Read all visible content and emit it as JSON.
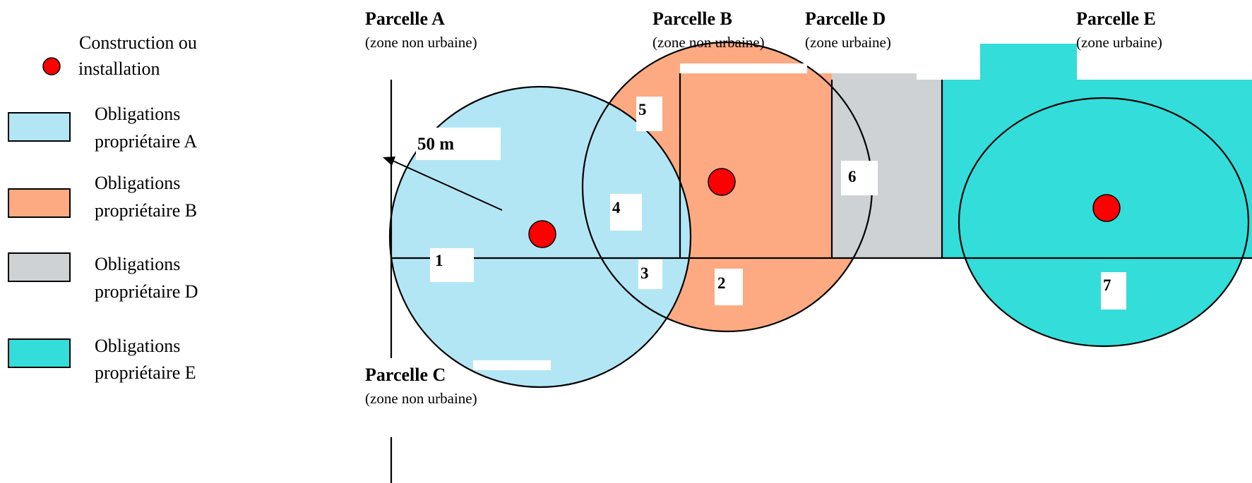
{
  "legend": {
    "construction": {
      "line1": "Construction ou",
      "line2": "installation",
      "color": "#ff0000"
    },
    "items": [
      {
        "line1": "Obligations",
        "line2": "propriétaire A",
        "color": "#b3e6f5"
      },
      {
        "line1": "Obligations",
        "line2": "propriétaire B",
        "color": "#fdaa82"
      },
      {
        "line1": "Obligations",
        "line2": "propriétaire D",
        "color": "#cfd2d4"
      },
      {
        "line1": "Obligations",
        "line2": "propriétaire E",
        "color": "#33ddd9"
      }
    ]
  },
  "parcels": {
    "a": {
      "title": "Parcelle A",
      "zone": "(zone non urbaine)"
    },
    "b": {
      "title": "Parcelle B",
      "zone": "(zone non urbaine)"
    },
    "c": {
      "title": "Parcelle C",
      "zone": "(zone non urbaine)"
    },
    "d": {
      "title": "Parcelle D",
      "zone": "(zone urbaine)"
    },
    "e": {
      "title": "Parcelle E",
      "zone": "(zone urbaine)"
    }
  },
  "scale_label": "50 m",
  "zones": [
    "1",
    "2",
    "3",
    "4",
    "5",
    "6",
    "7"
  ]
}
